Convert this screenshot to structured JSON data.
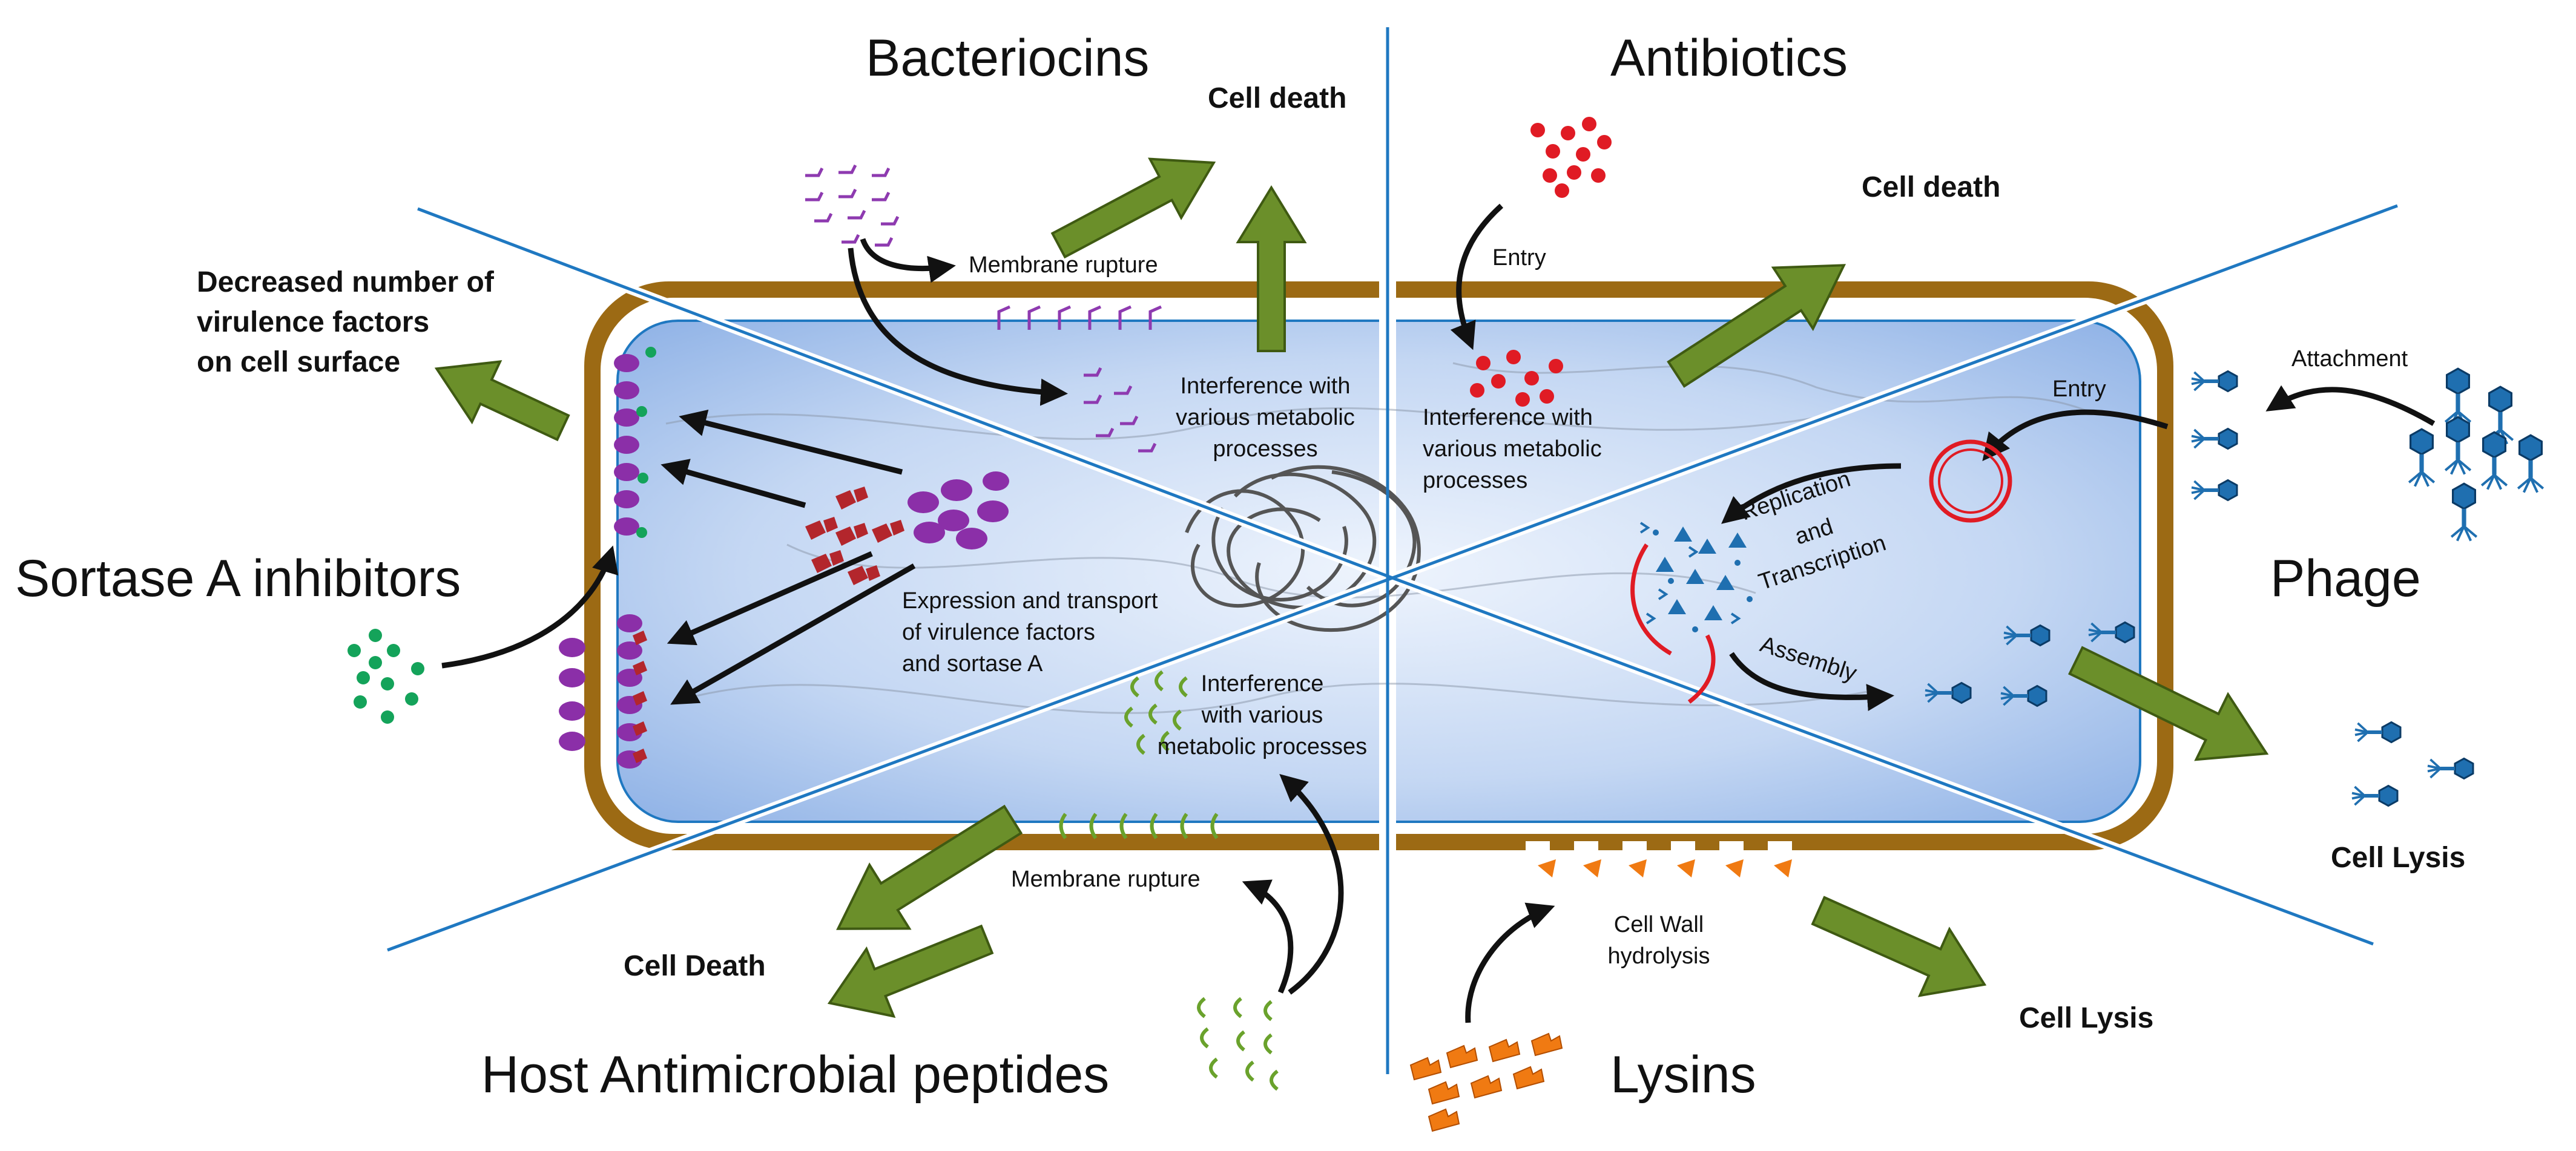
{
  "colors": {
    "cell_wall": "#9c6a14",
    "cytoplasm": "#8fb2e6",
    "divider": "#1f78c1",
    "outcome_arrow": "#6b8f2a",
    "arrow": "#111111",
    "virulence_factor": "#8b2fa8",
    "sortase": "#b3262c",
    "inhibitor": "#14a35a",
    "antibiotic": "#e01b24",
    "phage": "#1f6fb0",
    "bacteriocin": "#8e3ab0",
    "peptide": "#6aa22c",
    "lysin": "#f07a12"
  },
  "headings": {
    "bacteriocins": "Bacteriocins",
    "antibiotics": "Antibiotics",
    "sortase": "Sortase A inhibitors",
    "phage": "Phage",
    "amp": "Host Antimicrobial peptides",
    "lysins": "Lysins"
  },
  "outcomes": {
    "bact_death": "Cell death",
    "abx_death": "Cell death",
    "sortase_1": "Decreased number of",
    "sortase_2": "virulence factors",
    "sortase_3": "on cell surface",
    "amp_death": "Cell Death",
    "phage_lysis": "Cell Lysis",
    "lysin_lysis": "Cell Lysis"
  },
  "labels": {
    "bact_rupture": "Membrane rupture",
    "bact_interf_1": "Interference with",
    "bact_interf_2": "various metabolic",
    "bact_interf_3": "processes",
    "abx_entry": "Entry",
    "abx_interf_1": "Interference with",
    "abx_interf_2": "various metabolic",
    "abx_interf_3": "processes",
    "phage_attach": "Attachment",
    "phage_entry": "Entry",
    "phage_rep_1": "Replication",
    "phage_rep_2": "and",
    "phage_rep_3": "Transcription",
    "phage_assembly": "Assembly",
    "expr_1": "Expression and transport",
    "expr_2": "of virulence factors",
    "expr_3": "and sortase A",
    "amp_interf_1": "Interference",
    "amp_interf_2": "with various",
    "amp_interf_3": "metabolic processes",
    "amp_rupture": "Membrane rupture",
    "lysin_1": "Cell Wall",
    "lysin_2": "hydrolysis"
  },
  "icons": [
    "bacteriocin-icon",
    "antibiotic-molecule-icon",
    "bacteriophage-icon",
    "sortase-inhibitor-icon",
    "virulence-factor-icon",
    "sortase-enzyme-icon",
    "antimicrobial-peptide-icon",
    "lysin-enzyme-icon",
    "phage-dna-icon",
    "chromosome-icon"
  ]
}
